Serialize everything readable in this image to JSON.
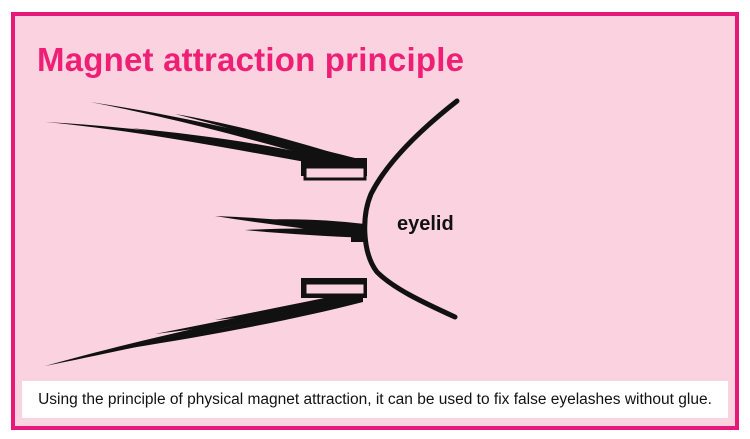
{
  "title": "Magnet attraction principle",
  "label_eyelid": "eyelid",
  "caption": "Using the principle of physical magnet attraction, it can be used to fix false eyelashes without glue.",
  "colors": {
    "border": "#e6197a",
    "background": "#fad2e0",
    "title": "#ee1f74",
    "ink": "#111111",
    "caption_bg": "#ffffff"
  }
}
